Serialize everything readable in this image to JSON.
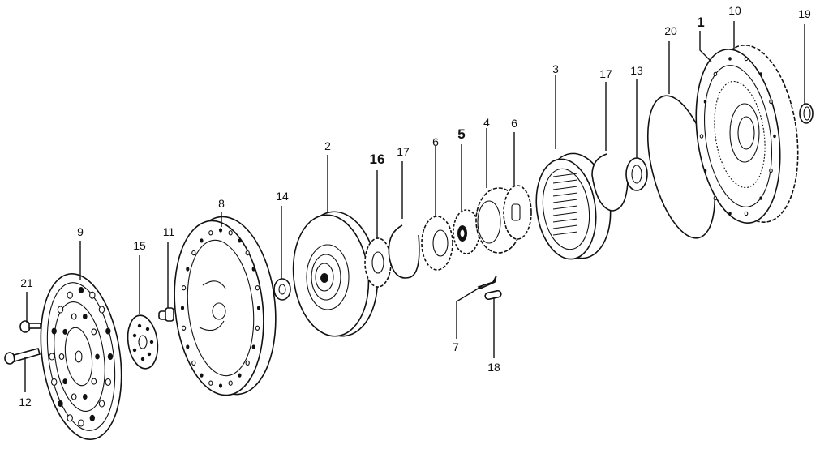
{
  "diagram": {
    "subject": "Torque converter exploded parts diagram",
    "callouts": [
      {
        "id": "c1",
        "text": "1",
        "bold": true,
        "part": "torque-converter"
      },
      {
        "id": "c2",
        "text": "2",
        "bold": false,
        "part": "turbine"
      },
      {
        "id": "c3",
        "text": "3",
        "bold": false,
        "part": "stator"
      },
      {
        "id": "c4",
        "text": "4",
        "bold": false,
        "part": "one-way-clutch-outer-race"
      },
      {
        "id": "c5",
        "text": "5",
        "bold": true,
        "part": "one-way-clutch"
      },
      {
        "id": "c6a",
        "text": "6",
        "bold": false,
        "part": "side-plate-left"
      },
      {
        "id": "c6b",
        "text": "6",
        "bold": false,
        "part": "side-plate-right"
      },
      {
        "id": "c7",
        "text": "7",
        "bold": false,
        "part": "spring"
      },
      {
        "id": "c8",
        "text": "8",
        "bold": false,
        "part": "converter-cover"
      },
      {
        "id": "c9",
        "text": "9",
        "bold": false,
        "part": "drive-plate"
      },
      {
        "id": "c10",
        "text": "10",
        "bold": false,
        "part": "ring-gear"
      },
      {
        "id": "c11",
        "text": "11",
        "bold": false,
        "part": "stud-bolt"
      },
      {
        "id": "c12",
        "text": "12",
        "bold": false,
        "part": "flywheel-bolt"
      },
      {
        "id": "c13",
        "text": "13",
        "bold": false,
        "part": "thrust-washer-stator"
      },
      {
        "id": "c14",
        "text": "14",
        "bold": false,
        "part": "thrust-washer-turbine"
      },
      {
        "id": "c15",
        "text": "15",
        "bold": false,
        "part": "backing-plate"
      },
      {
        "id": "c16",
        "text": "16",
        "bold": true,
        "part": "thrust-plate"
      },
      {
        "id": "c17a",
        "text": "17",
        "bold": false,
        "part": "snap-ring-left"
      },
      {
        "id": "c17b",
        "text": "17",
        "bold": false,
        "part": "snap-ring-right"
      },
      {
        "id": "c18",
        "text": "18",
        "bold": false,
        "part": "roller"
      },
      {
        "id": "c19",
        "text": "19",
        "bold": false,
        "part": "o-ring-small"
      },
      {
        "id": "c20",
        "text": "20",
        "bold": false,
        "part": "o-ring-large"
      },
      {
        "id": "c21",
        "text": "21",
        "bold": false,
        "part": "drive-plate-bolt"
      }
    ]
  }
}
